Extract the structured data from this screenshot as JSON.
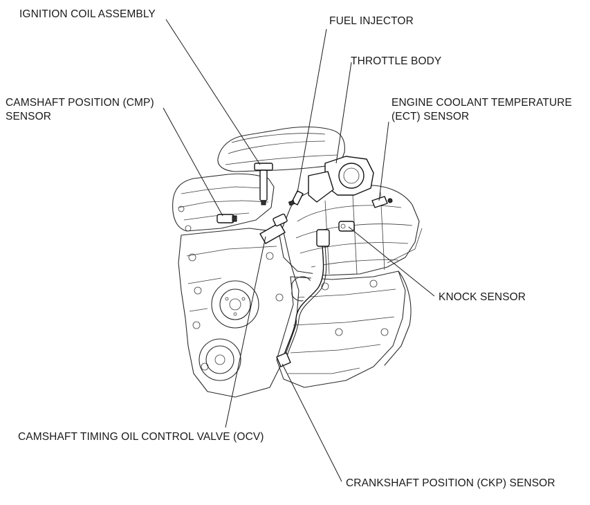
{
  "labels": {
    "ignition_coil": "IGNITION COIL ASSEMBLY",
    "fuel_injector": "FUEL INJECTOR",
    "throttle_body": "THROTTLE BODY",
    "cmp_line1": "CAMSHAFT POSITION (CMP)",
    "cmp_line2": "SENSOR",
    "ect_line1": "ENGINE COOLANT TEMPERATURE",
    "ect_line2": "(ECT) SENSOR",
    "knock_sensor": "KNOCK SENSOR",
    "ocv": "CAMSHAFT TIMING OIL CONTROL VALVE (OCV)",
    "ckp": "CRANKSHAFT POSITION (CKP) SENSOR"
  }
}
